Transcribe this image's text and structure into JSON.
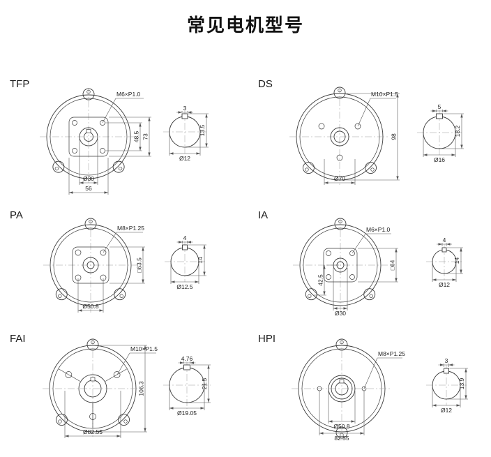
{
  "title": "常见电机型号",
  "cells": [
    {
      "label": "TFP",
      "thread": "M6×P1.0",
      "dims": {
        "v1": "48.5",
        "v2": "73",
        "b1": "Ø30",
        "b2": "56"
      },
      "shaft": {
        "key_w": "3",
        "key_h": "13.5",
        "dia": "Ø12"
      }
    },
    {
      "label": "DS",
      "thread": "M10×P1.5",
      "dims": {
        "v2": "98",
        "b1": "Ø70"
      },
      "shaft": {
        "key_w": "5",
        "key_h": "18.2",
        "dia": "Ø16"
      }
    },
    {
      "label": "PA",
      "thread": "M8×P1.25",
      "dims": {
        "v2": "□63.5",
        "b1": "Ø50.8"
      },
      "shaft": {
        "key_w": "4",
        "key_h": "14",
        "dia": "Ø12.5"
      }
    },
    {
      "label": "IA",
      "thread": "M6×P1.0",
      "dims": {
        "v1": "42.5",
        "v2": "□64",
        "b1": "Ø30"
      },
      "shaft": {
        "key_w": "4",
        "key_h": "14",
        "dia": "Ø12"
      }
    },
    {
      "label": "FAI",
      "thread": "M10×P1.5",
      "dims": {
        "v2": "106.3",
        "b1": "Ø82.55"
      },
      "shaft": {
        "key_w": "4.76",
        "key_h": "21.5",
        "dia": "Ø19.05"
      }
    },
    {
      "label": "HPI",
      "thread": "M8×P1.25",
      "dims": {
        "b1": "Ø50.8",
        "b2": "82.55"
      },
      "shaft": {
        "key_w": "3",
        "key_h": "13.9",
        "dia": "Ø12"
      }
    }
  ]
}
